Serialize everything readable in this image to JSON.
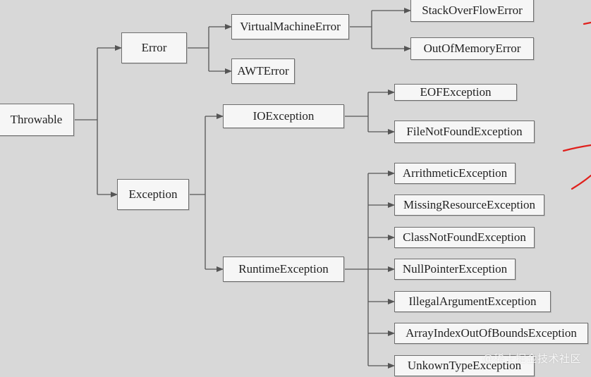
{
  "nodes": {
    "throwable": "Throwable",
    "error": "Error",
    "exception": "Exception",
    "virtual_machine_error": "VirtualMachineError",
    "awt_error": "AWTError",
    "stack_overflow_error": "StackOverFlowError",
    "out_of_memory_error": "OutOfMemoryError",
    "io_exception": "IOException",
    "runtime_exception": "RuntimeException",
    "eof_exception": "EOFException",
    "file_not_found_exception": "FileNotFoundException",
    "arrithmetic_exception": "ArrithmeticException",
    "missing_resource_exception": "MissingResourceException",
    "class_not_found_exception": "ClassNotFoundException",
    "null_pointer_exception": "NullPointerException",
    "illegal_argument_exception": "IllegalArgumentException",
    "array_index_out_of_bounds_exception": "ArrayIndexOutOfBoundsException",
    "unkown_type_exception": "UnkownTypeException"
  },
  "watermark": "@稀土掘金技术社区",
  "colors": {
    "background": "#d8d8d8",
    "box_fill": "#f6f6f6",
    "line": "#555555",
    "annotation": "#e0201c"
  }
}
